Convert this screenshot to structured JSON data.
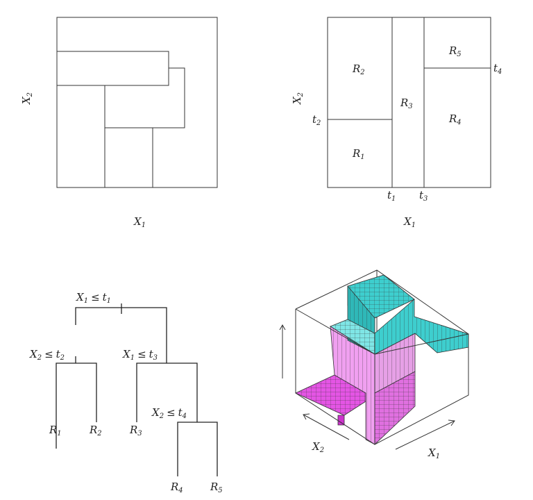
{
  "panel_a": {
    "xlabel_base": "X",
    "xlabel_sub": "1",
    "ylabel_base": "X",
    "ylabel_sub": "2"
  },
  "panel_b": {
    "xlabel_base": "X",
    "xlabel_sub": "1",
    "ylabel_base": "X",
    "ylabel_sub": "2",
    "regions": [
      {
        "base": "R",
        "sub": "1"
      },
      {
        "base": "R",
        "sub": "2"
      },
      {
        "base": "R",
        "sub": "3"
      },
      {
        "base": "R",
        "sub": "4"
      },
      {
        "base": "R",
        "sub": "5"
      }
    ],
    "thresholds": [
      {
        "base": "t",
        "sub": "1"
      },
      {
        "base": "t",
        "sub": "2"
      },
      {
        "base": "t",
        "sub": "3"
      },
      {
        "base": "t",
        "sub": "4"
      }
    ]
  },
  "tree": {
    "splits": [
      {
        "var": "X",
        "var_sub": "1",
        "op": "≤",
        "thr": "t",
        "thr_sub": "1"
      },
      {
        "var": "X",
        "var_sub": "2",
        "op": "≤",
        "thr": "t",
        "thr_sub": "2"
      },
      {
        "var": "X",
        "var_sub": "1",
        "op": "≤",
        "thr": "t",
        "thr_sub": "3"
      },
      {
        "var": "X",
        "var_sub": "2",
        "op": "≤",
        "thr": "t",
        "thr_sub": "4"
      }
    ],
    "leaves": [
      {
        "base": "R",
        "sub": "1"
      },
      {
        "base": "R",
        "sub": "2"
      },
      {
        "base": "R",
        "sub": "3"
      },
      {
        "base": "R",
        "sub": "4"
      },
      {
        "base": "R",
        "sub": "5"
      }
    ]
  },
  "surface": {
    "xlabel_base": "X",
    "xlabel_sub": "1",
    "ylabel_base": "X",
    "ylabel_sub": "2",
    "colors": {
      "low": "#e455e4",
      "mid": "#f0a0f0",
      "high": "#3ecece",
      "high_light": "#7fe6e6"
    }
  }
}
